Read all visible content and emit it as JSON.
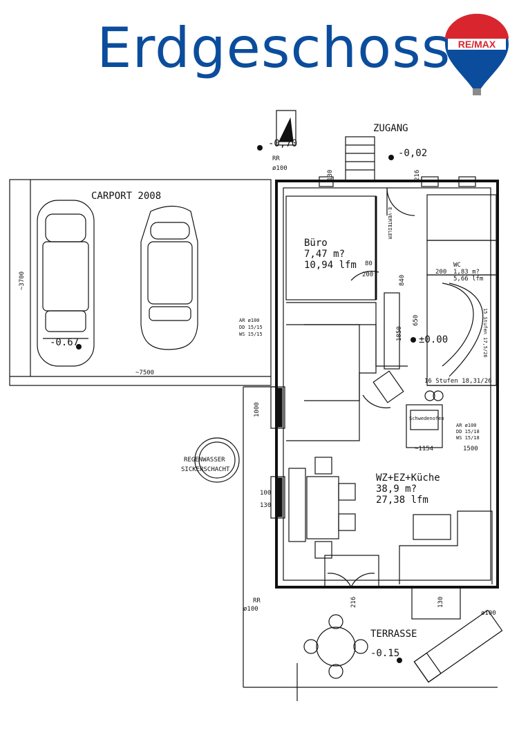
{
  "header": {
    "title": "Erdgeschoss",
    "logo_text": "RE/MAX",
    "colors": {
      "title": "#0b4d9c",
      "logo_red": "#d9262e",
      "logo_blue": "#0b4d9c"
    }
  },
  "plan": {
    "zugang": "ZUGANG",
    "carport": "CARPORT 2008",
    "carport_width": "~7500",
    "carport_depth": "~3700",
    "carport_level": "-0.67",
    "entry_level": "-0,02",
    "outer_level": "-0,70",
    "rr_top": "RR",
    "rr_top_dim": "ø100",
    "buero_name": "Büro",
    "buero_area": "7,47 m?",
    "buero_lfm": "10,94 lfm",
    "wz_name": "WZ+EZ+Küche",
    "wz_area": "38,9 m?",
    "wz_lfm": "27,38 lfm",
    "wc_name": "WC",
    "wc_area": "1,83 m?",
    "wc_lfm": "5,66 lfm",
    "main_level": "±0.00",
    "stairs_top": "15 Stufen 17,5/26",
    "stairs_bottom": "16 Stufen 18,31/26",
    "rainwater_1": "REGENWASSER",
    "rainwater_2": "SICKERSCHACHT",
    "terrasse": "TERRASSE",
    "terrasse_level": "-0.15",
    "rr_bottom": "RR",
    "rr_bottom_dim": "ø100",
    "rr_right_dim": "ø100",
    "oven": "Schwedenofen",
    "window_note_1": "AR ø100",
    "window_note_2": "DD 15/15",
    "window_note_3": "WS 15/15",
    "window_note_4": "DD 15/18",
    "window_note_5": "WS 15/18",
    "estrich": "E-VERTEILER",
    "dim_1154": "~1154",
    "dim_1500": "1500",
    "dim_80": "80",
    "dim_200": "200",
    "dim_130": "130",
    "dim_216": "216",
    "dim_100": "100",
    "dim_1850": "1850",
    "dim_650": "650",
    "dim_840": "840",
    "dim_1000": "1000"
  }
}
